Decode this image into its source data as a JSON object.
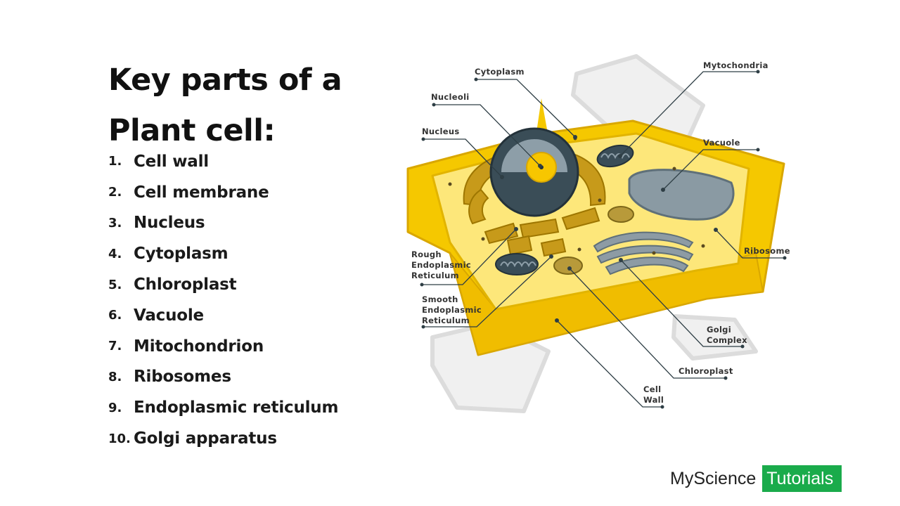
{
  "title": {
    "line1": "Key parts of a",
    "line2": "Plant cell:"
  },
  "parts": [
    {
      "num": "1.",
      "label": "Cell wall"
    },
    {
      "num": "2.",
      "label": "Cell membrane"
    },
    {
      "num": "3.",
      "label": "Nucleus"
    },
    {
      "num": "4.",
      "label": "Cytoplasm"
    },
    {
      "num": "5.",
      "label": "Chloroplast"
    },
    {
      "num": "6.",
      "label": "Vacuole"
    },
    {
      "num": "7.",
      "label": "Mitochondrion"
    },
    {
      "num": "8.",
      "label": "Ribosomes"
    },
    {
      "num": "9.",
      "label": "Endoplasmic reticulum"
    },
    {
      "num": "10.",
      "label": "Golgi apparatus"
    }
  ],
  "diagram": {
    "labels": {
      "cytoplasm": "Cytoplasm",
      "nucleoli": "Nucleoli",
      "nucleus": "Nucleus",
      "rough_er": [
        "Rough",
        "Endoplasmic",
        "Reticulum"
      ],
      "smooth_er": [
        "Smooth",
        "Endoplasmic",
        "Reticulum"
      ],
      "mitochondria": "Mytochondria",
      "vacuole": "Vacuole",
      "ribosome": "Ribosome",
      "golgi": [
        "Golgi",
        "Complex"
      ],
      "chloroplast": "Chloroplast",
      "cell_wall": [
        "Cell",
        "Wall"
      ]
    }
  },
  "brand": {
    "part1": "MyScience",
    "part2": "Tutorials",
    "accent": "#1aab4b"
  },
  "colors": {
    "wall": "#f5c800",
    "wall_dark": "#e0ad00",
    "cytoplasm": "#fde77a",
    "nucleus": "#3a4d57",
    "nucleolus": "#f7c600",
    "vacuole": "#8a9aa3",
    "golgi": "#8d9ba4",
    "er": "#c79a1a",
    "chloroplast": "#b89a3a",
    "leader": "#2e3e45",
    "bg_cells": "#e9e9e9"
  }
}
